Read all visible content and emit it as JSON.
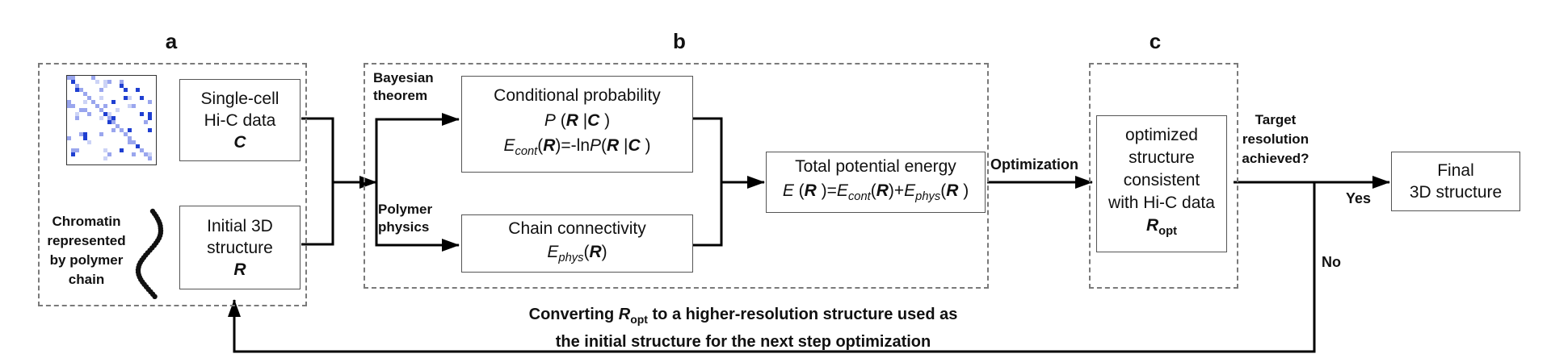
{
  "panels": {
    "a": {
      "letter": "a"
    },
    "b": {
      "letter": "b"
    },
    "c": {
      "letter": "c"
    }
  },
  "single_cell": {
    "line1": "Single-cell",
    "line2": "Hi-C data",
    "symbol": "C"
  },
  "chromatin_label": {
    "l1": "Chromatin",
    "l2": "represented",
    "l3": "by polymer",
    "l4": "chain"
  },
  "initial_structure": {
    "line1": "Initial 3D",
    "line2": "structure",
    "symbol": "R"
  },
  "bayesian_label": {
    "l1": "Bayesian",
    "l2": "theorem"
  },
  "polymer_label": {
    "l1": "Polymer",
    "l2": "physics"
  },
  "conditional": {
    "title": "Conditional probability",
    "p_prefix": "P",
    "open": " (",
    "r": "R",
    "bar": " |",
    "c": "C",
    "close": " )",
    "e": "E",
    "e_sub": "cont",
    "eq_mid": ")=-ln",
    "p2": "P",
    "open2": "("
  },
  "chain": {
    "title": "Chain connectivity",
    "e": "E",
    "e_sub": "phys",
    "r": "R"
  },
  "total": {
    "title": "Total potential energy",
    "e": "E",
    "open": " (",
    "r": "R",
    "close_eq": " )=",
    "e_cont": "E",
    "sub_cont": "cont",
    "plus": ")+",
    "e_phys": "E",
    "sub_phys": "phys",
    "close": " )"
  },
  "optimization_label": "Optimization",
  "optimized": {
    "l1": "optimized",
    "l2": "structure",
    "l3": "consistent",
    "l4": "with Hi-C data",
    "r": "R",
    "r_sub": "opt"
  },
  "target": {
    "l1": "Target",
    "l2": "resolution",
    "l3": "achieved?"
  },
  "yes_label": "Yes",
  "no_label": "No",
  "final": {
    "l1": "Final",
    "l2": "3D structure"
  },
  "feedback": {
    "prefix": "Converting ",
    "r": "R",
    "r_sub": "opt",
    "suffix": " to a higher-resolution structure used as",
    "line2": "the initial structure for the next step optimization"
  },
  "colors": {
    "heatmap_dark": "#1f3fd1",
    "heatmap_light": "#9aa6ee",
    "heatmap_faint": "#ccd3f6",
    "dashed": "#7a7a7a",
    "arrow": "#000000"
  }
}
